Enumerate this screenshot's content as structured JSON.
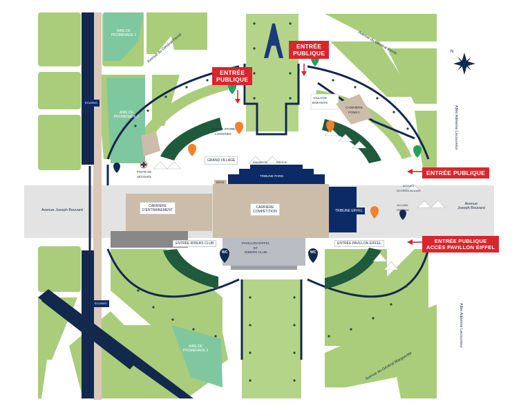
{
  "colors": {
    "grass": "#a9cd7b",
    "paving": "#e3e3e3",
    "navy": "#13284d",
    "dark_green": "#1f5a3c",
    "arena": "#ccbcaa",
    "red": "#d8262d",
    "blue_stand": "#0b2a66",
    "pin_green": "#27a05b",
    "pin_orange": "#f0822d"
  },
  "entrances": {
    "top_left": "ENTRÉE\nPUBLIQUE",
    "top_right": "ENTRÉE\nPUBLIQUE",
    "right": "ENTRÉE PUBLIQUE",
    "right_pavillon": "ENTRÉE PUBLIQUE\nACCÈS PAVILLON EIFFEL"
  },
  "roads": {
    "avenue_joseph_bouvard_left": "Avenue Joseph Bouvard",
    "avenue_joseph_bouvard_right": "Avenue\nJoseph Bouvard",
    "avenue_general_ferrie_left": "Avenue du Général Ferrié",
    "avenue_general_ferrie_right": "Avenue du Général Ferrié",
    "allee_lecouvreur_top": "Allée Adrienne Lecouvreur",
    "allee_lecouvreur_bottom": "Allée Adrienne Lecouvreur",
    "avenue_general_margueritte": "Avenue du Général Margueritte"
  },
  "areas": {
    "promenade_1": "AIRE DE\nPROMENADE 1",
    "promenade_2": "AIRE DE\nPROMENADE 2",
    "promenade_3": "AIRE DE\nPROMENADE 3",
    "carriere_entrainement": "CARRIÈRE\nD'ENTRAINEMENT",
    "carriere_competition": "CARRIÈRE\nCOMPÉTITION",
    "tribune_paris": "TRIBUNE PARIS",
    "tribune_eiffel": "TRIBUNE EIFFEL",
    "pavillon_eiffel": "PAVILLON EIFFEL\nET\nRIDERS CLUB",
    "village_enfants": "VILLAGE\nENFANTS",
    "carriere_poney": "CARRIÈRE\nPONEY",
    "grand_village": "GRAND VILLAGE",
    "pop_up_store": "POP UP STORE\nLONGINES",
    "poste_secours": "POSTE DE\nSECOURS",
    "box": "BOXE",
    "ecuries_left": "ÉCURIES",
    "ecuries_left_bottom": "ÉCURIES",
    "entree_riders_club": "ENTRÉE RIDERS CLUB",
    "entree_pavillon_eiffel": "ENTRÉE PAVILLON EIFFEL",
    "wc_left": "WC",
    "wc_right": "WC",
    "accueil_accreditations": "ACCUEIL\nACCRÉDITATIONS",
    "accueil_parking": "ACCUEIL\nPARKING",
    "village_vip": "ANIMATION\nMÉDIAS",
    "kiosk_small": "PRESSE"
  },
  "compass": "N"
}
